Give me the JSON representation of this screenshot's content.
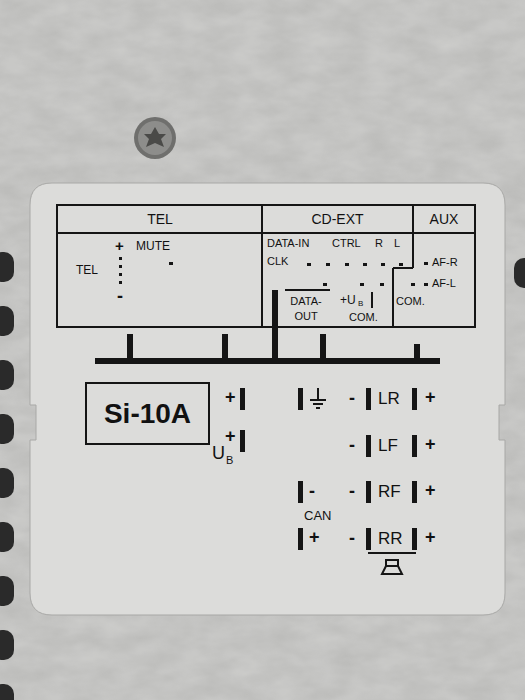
{
  "diagram": {
    "nodes": [
      {
        "text": [
          "TEL"
        ]
      },
      {
        "text": [
          "CD-EXT"
        ]
      },
      {
        "text": [
          "AUX"
        ]
      },
      {
        "text": [
          "Si-10A"
        ]
      }
    ],
    "labels": [
      "+",
      "MUTE",
      "TEL",
      "-",
      "DATA-IN",
      "CTRL",
      "R",
      "L",
      "CLK",
      "DATA- OUT",
      "+U",
      "B",
      "COM.",
      "AF-R",
      "AF-L",
      "COM.",
      "+",
      "+",
      "U",
      "B",
      "-",
      "LR",
      "+",
      "-",
      "LF",
      "+",
      "-",
      "-",
      "RF",
      "+",
      "CAN",
      "+",
      "-",
      "RR",
      "+"
    ]
  }
}
